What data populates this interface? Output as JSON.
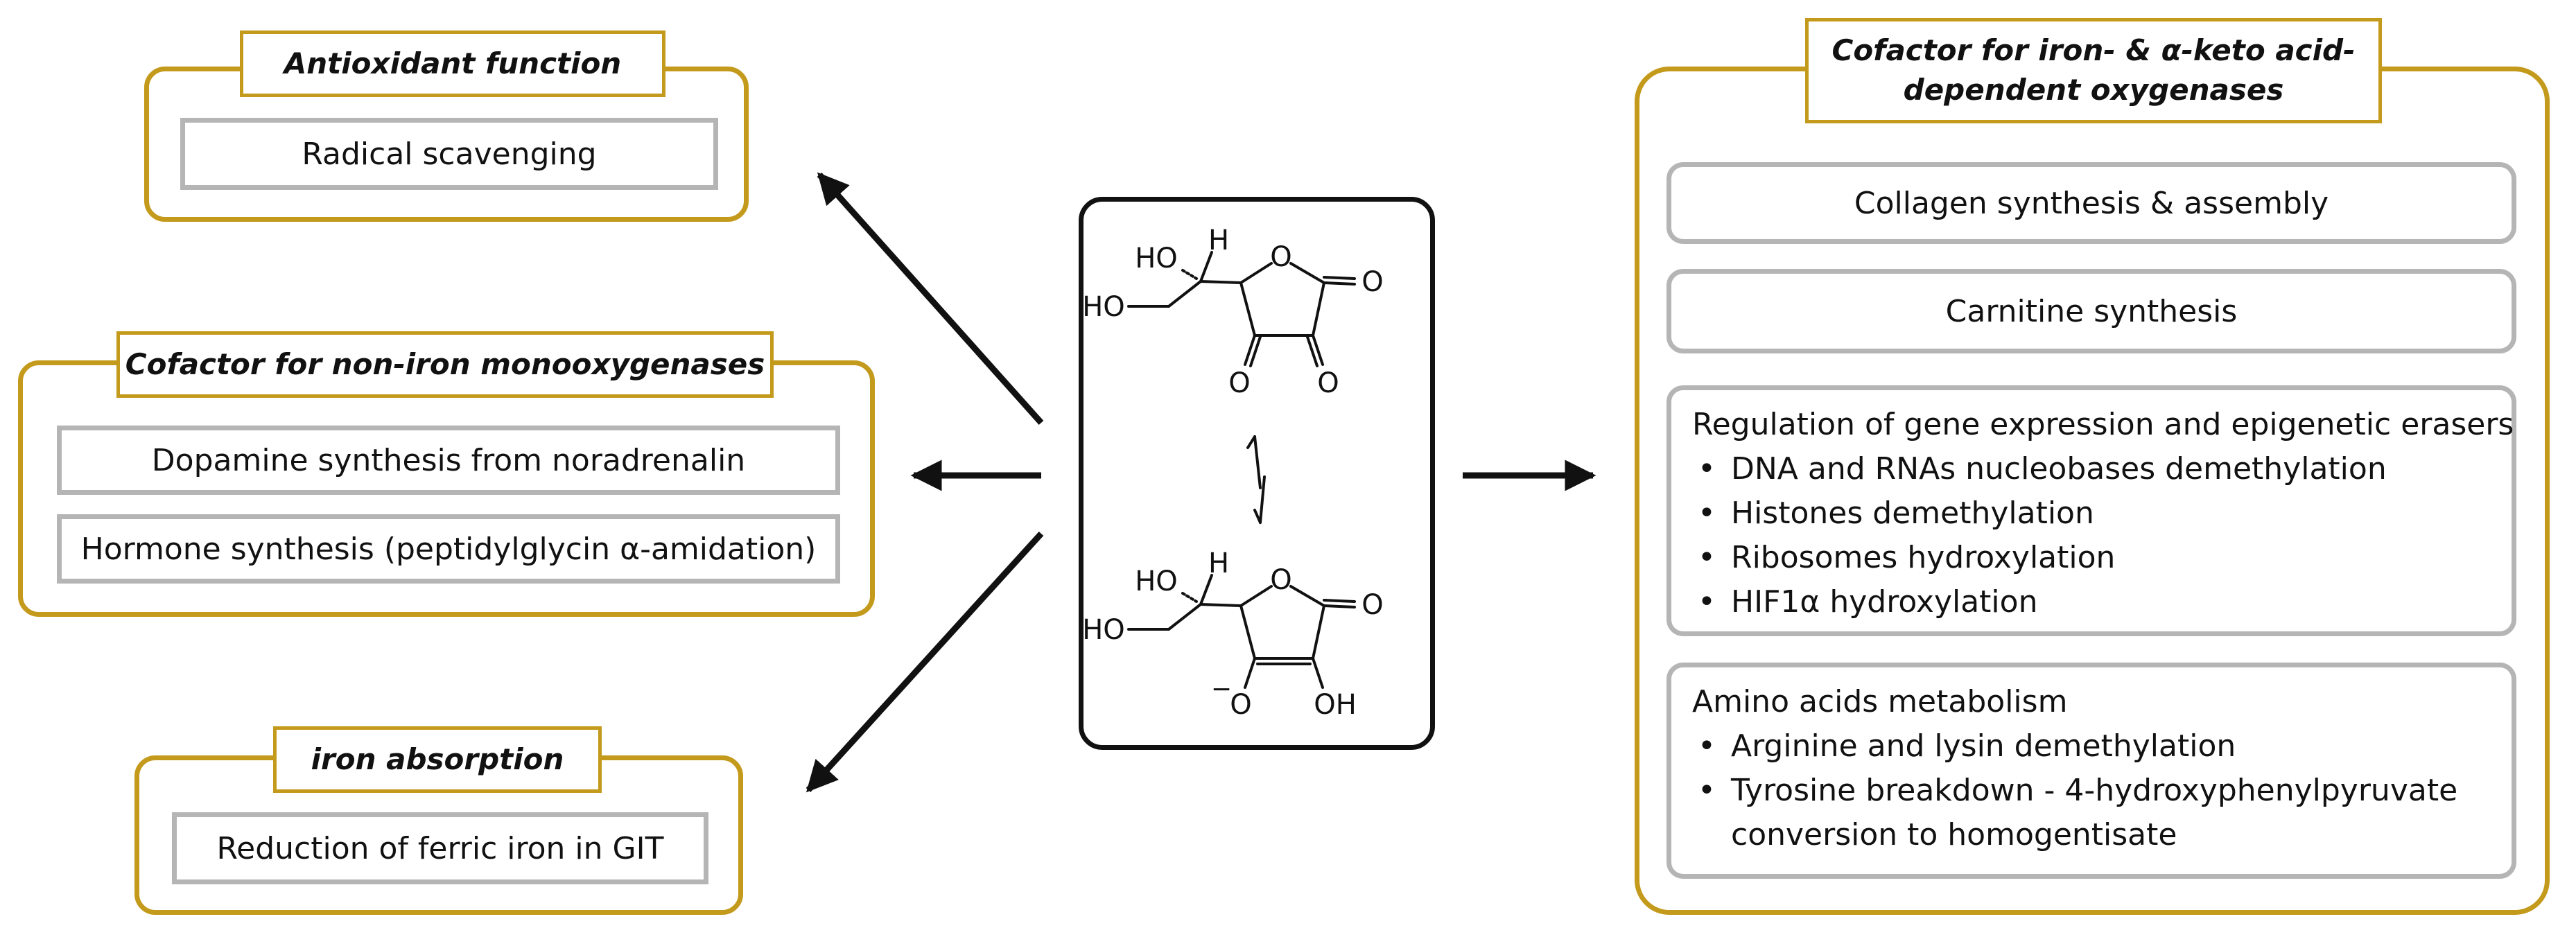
{
  "left": {
    "antioxidant": {
      "title": "Antioxidant function",
      "items": [
        "Radical scavenging"
      ]
    },
    "nonIron": {
      "title": "Cofactor for non-iron monooxygenases",
      "items": [
        "Dopamine synthesis from noradrenalin",
        "Hormone  synthesis (peptidylglycin α-amidation)"
      ]
    },
    "ironAbsorption": {
      "title": "iron absorption",
      "items": [
        "Reduction of ferric iron in GIT"
      ]
    }
  },
  "center": {
    "top": {
      "ho_upper": "HO",
      "h": "H",
      "ho_lower": "HO",
      "o_ring": "O",
      "o_right": "O",
      "o_bottom_left": "O",
      "o_bottom_right": "O"
    },
    "bottom": {
      "ho_upper": "HO",
      "h": "H",
      "ho_lower": "HO",
      "o_ring": "O",
      "o_right": "O",
      "o_minus": "O",
      "minus": "−",
      "oh": "OH"
    }
  },
  "right": {
    "title_line1": "Cofactor for iron- & α-keto acid-",
    "title_line2": "dependent  oxygenases",
    "collagen": "Collagen synthesis & assembly",
    "carnitine": "Carnitine synthesis",
    "regulation": {
      "heading": "Regulation of gene expression and epigenetic erasers",
      "bullets": [
        "DNA and RNAs nucleobases demethylation",
        "Histones demethylation",
        "Ribosomes hydroxylation",
        "HIF1α hydroxylation"
      ]
    },
    "amino": {
      "heading": "Amino acids metabolism",
      "bullets": [
        "Arginine and lysin demethylation",
        "Tyrosine breakdown - 4-hydroxyphenylpyruvate"
      ],
      "continuation": "conversion to homogentisate"
    }
  }
}
